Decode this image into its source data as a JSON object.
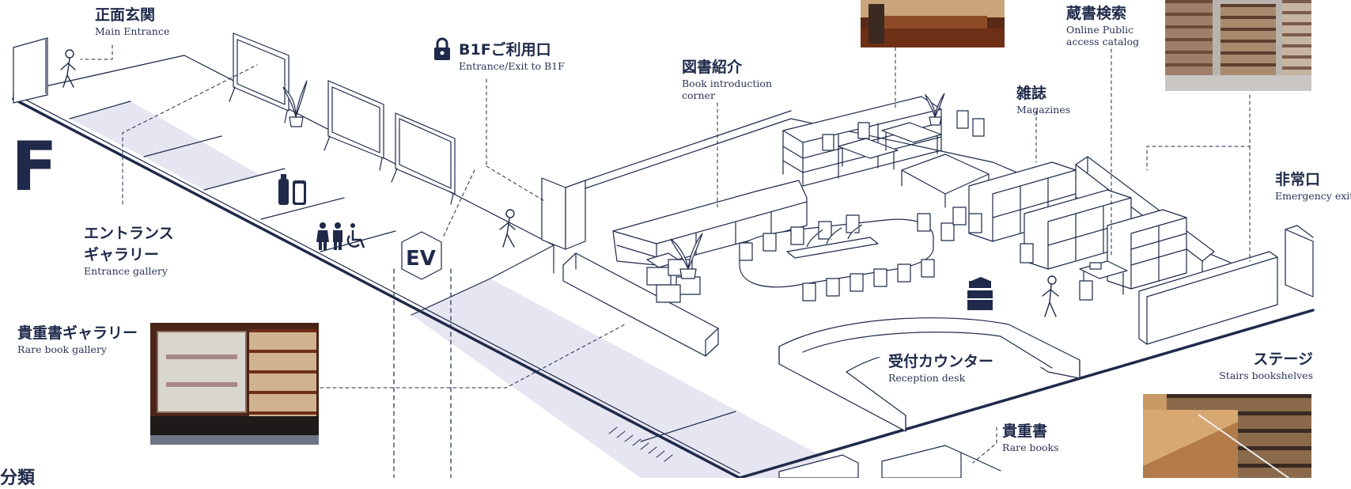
{
  "floor_letter": "F",
  "colors": {
    "line": "#1f2a4a",
    "floor_shade": "#e6e6f2",
    "wood": "#7a3b22",
    "white": "#ffffff"
  },
  "labels": {
    "main_entrance": {
      "jp": "正面玄関",
      "en": "Main Entrance"
    },
    "b1f_entrance": {
      "jp": "B1Fご利用口",
      "en": "Entrance/Exit to B1F"
    },
    "book_intro": {
      "jp": "図書紹介",
      "en1": "Book introduction",
      "en2": "corner"
    },
    "opac": {
      "jp": "蔵書検索",
      "en1": "Online Public",
      "en2": "access catalog"
    },
    "magazines": {
      "jp": "雑誌",
      "en": "Magazines"
    },
    "emergency_exit": {
      "jp": "非常口",
      "en": "Emergency exit"
    },
    "entrance_gallery": {
      "jp1": "エントランス",
      "jp2": "ギャラリー",
      "en": "Entrance gallery"
    },
    "rare_book_gallery": {
      "jp": "貴重書ギャラリー",
      "en": "Rare book gallery"
    },
    "reception": {
      "jp": "受付カウンター",
      "en": "Reception desk"
    },
    "stage": {
      "jp": "ステージ",
      "en": "Stairs bookshelves"
    },
    "rare_books": {
      "jp": "貴重書",
      "en": "Rare books"
    },
    "elevator": "EV",
    "bottom_partial": "分類"
  },
  "icons": [
    "lock-icon",
    "fire-extinguisher-icon",
    "restroom-icon",
    "wheelchair-icon",
    "person-walking-icon",
    "copier-icon",
    "plant-icon"
  ]
}
